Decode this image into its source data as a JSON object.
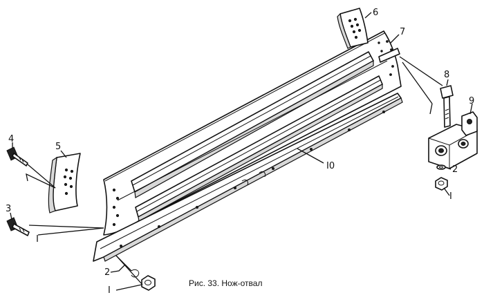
{
  "caption": "Рис. 33. Нож-отвал",
  "labels": {
    "p1_right": "I",
    "p1_left": "I",
    "p2_right": "2",
    "p2_left": "2",
    "p3": "3",
    "p4": "4",
    "p5": "5",
    "p6": "6",
    "p7": "7",
    "p8": "8",
    "p9": "9",
    "p10": "I0"
  }
}
